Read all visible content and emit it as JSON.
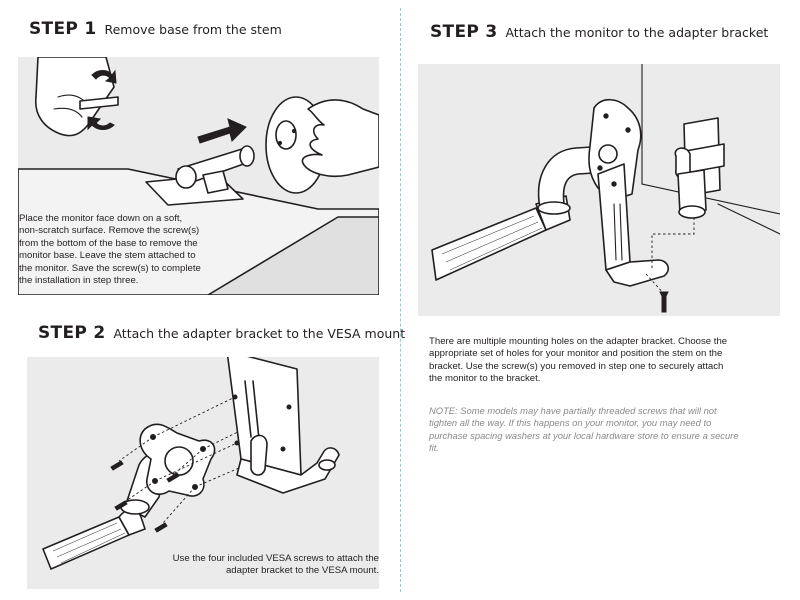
{
  "steps": [
    {
      "number": "STEP 1",
      "title": "Remove base from the stem",
      "caption_lines": [
        "Place the monitor face down on a soft,",
        "non-scratch surface. Remove the screw(s)",
        "from the bottom of the base to remove the",
        "monitor base.  Leave the stem attached to",
        "the monitor.  Save the screw(s) to complete",
        "the installation in step three."
      ]
    },
    {
      "number": "STEP 2",
      "title": "Attach the adapter bracket to the VESA mount",
      "caption_lines": [
        "Use the four included VESA screws to attach the",
        "adapter bracket to the VESA mount."
      ]
    },
    {
      "number": "STEP 3",
      "title": "Attach the monitor to the adapter bracket",
      "caption_lines": [
        "There are multiple mounting holes on the adapter bracket.  Choose the",
        "appropriate set of holes for your monitor and position the stem on the",
        "bracket.  Use the screw(s) you removed in step one to securely attach",
        "the monitor to the bracket."
      ],
      "note_lines": [
        "NOTE: Some models may have partially threaded screws that will not",
        "tighten all the way.  If this happens on your monitor, you may need to",
        "purchase spacing washers at your local hardware store to ensure a secure",
        "fit."
      ]
    }
  ],
  "illustrations": {
    "step1": [
      "hand-turning-screwdriver",
      "monitor-stem",
      "direction-arrow",
      "monitor-base-disc",
      "hand-holding-base"
    ],
    "step2": [
      "monitor-arm",
      "vesa-mount-plate",
      "vesa-screws",
      "adapter-bracket"
    ],
    "step3": [
      "monitor-arm",
      "adapter-bracket",
      "monitor-stem",
      "base-screw"
    ]
  }
}
